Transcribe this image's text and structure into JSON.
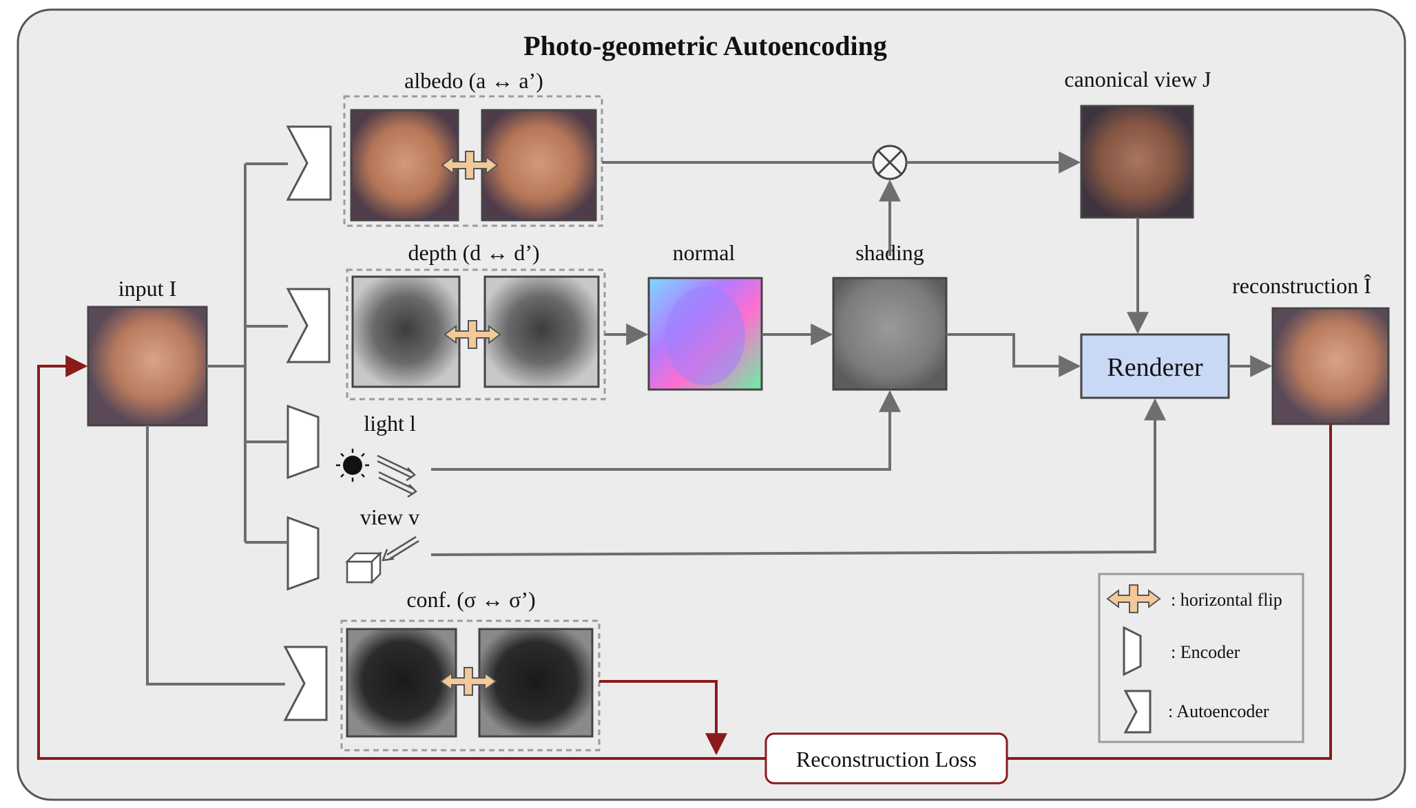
{
  "title": "Photo-geometric Autoencoding",
  "labels": {
    "albedo": "albedo (a ↔ a’)",
    "depth": "depth (d ↔ d’)",
    "normal": "normal",
    "shading": "shading",
    "canonical": "canonical view J",
    "input": "input I",
    "reconstruction": "reconstruction Î",
    "light": "light l",
    "view": "view v",
    "conf": "conf. (σ ↔ σ’)",
    "renderer": "Renderer",
    "loss": "Reconstruction Loss"
  },
  "legend": {
    "flip": ": horizontal flip",
    "encoder": ": Encoder",
    "autoencoder": ": Autoencoder"
  },
  "colors": {
    "panel_bg": "#ececec",
    "line_gray": "#6e6e6e",
    "loss_red": "#8b1a1a",
    "renderer_fill": "#c9d8f5",
    "flip_fill": "#f3c99a",
    "dashed": "#9a9a9a"
  }
}
